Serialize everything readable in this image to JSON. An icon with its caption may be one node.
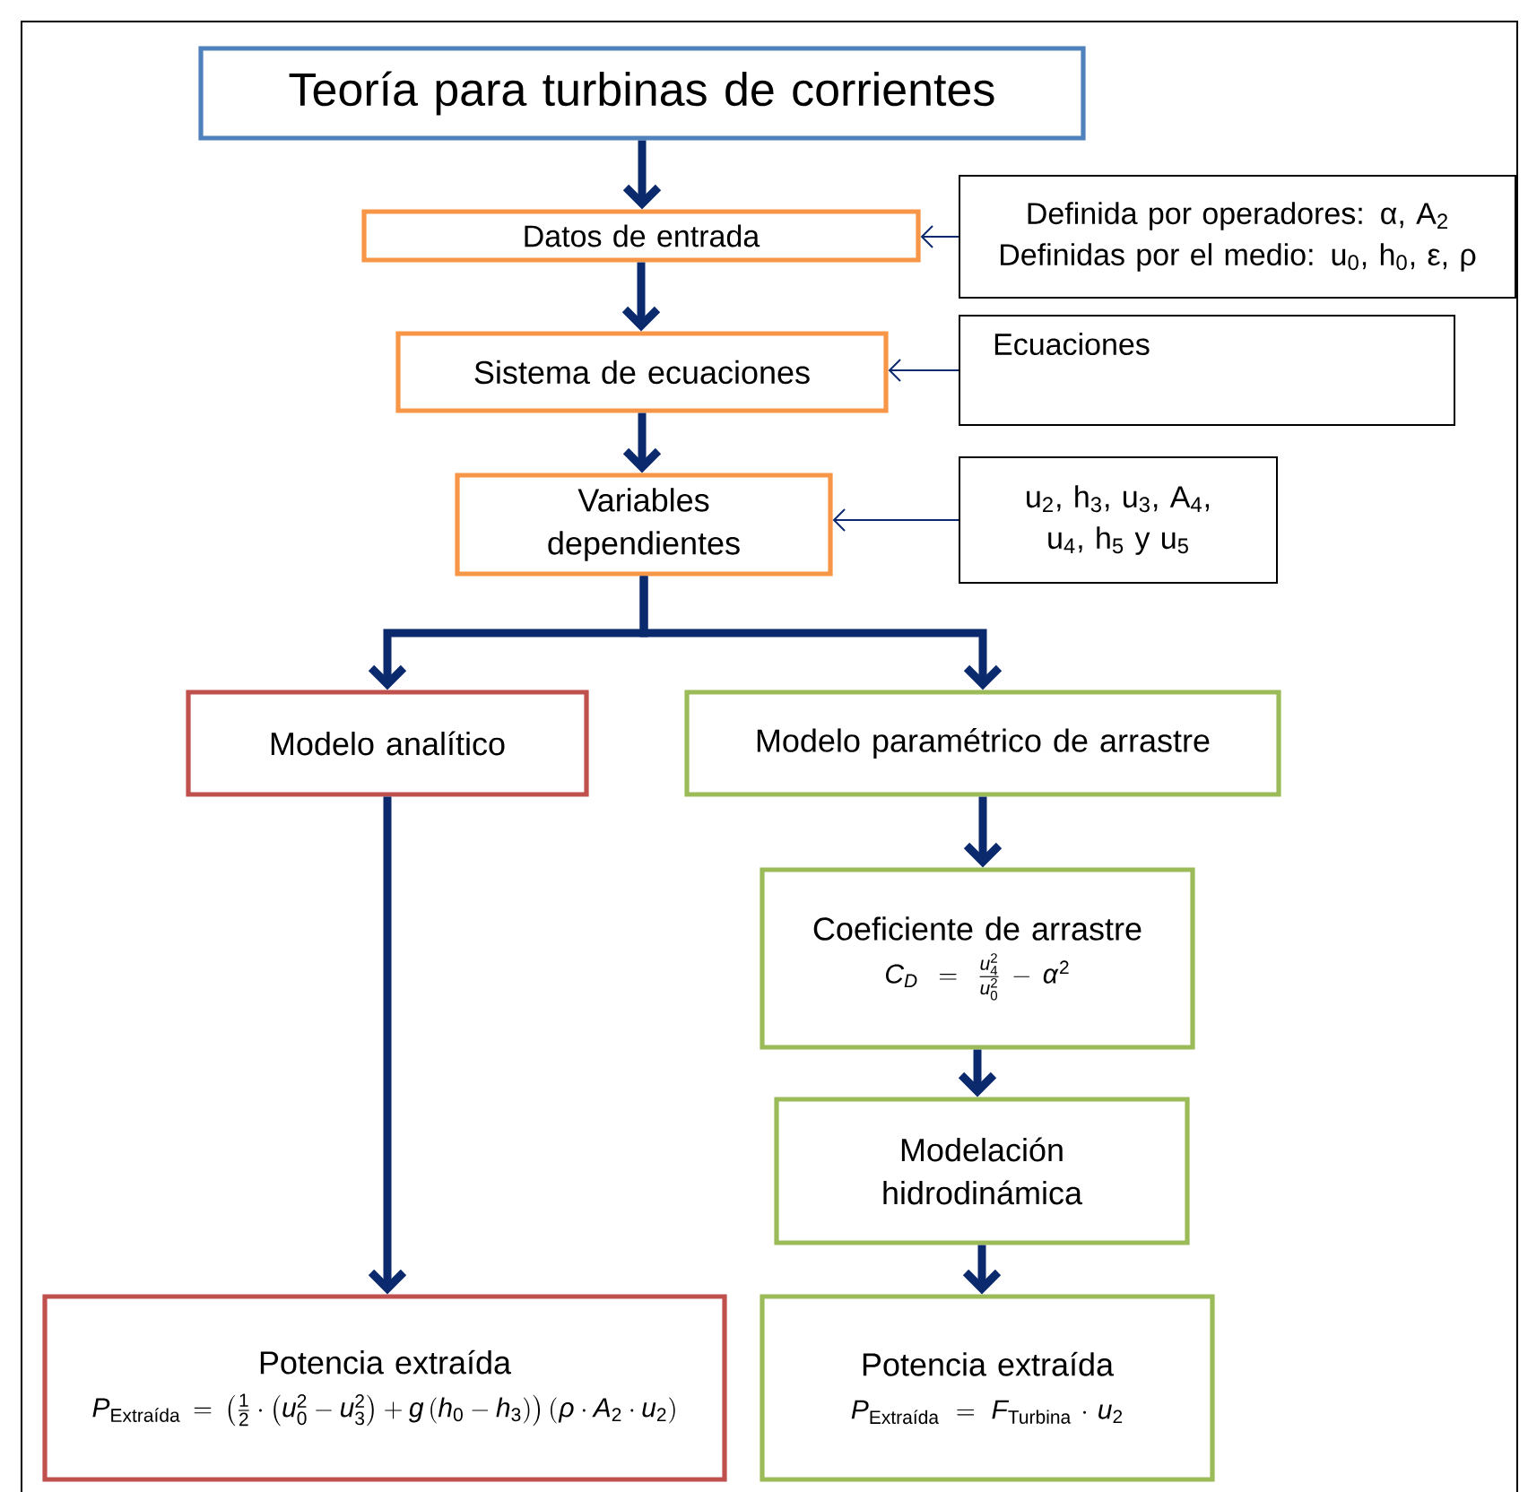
{
  "diagram": {
    "nodes": [
      {
        "text": [
          "Teoría para turbinas de corrientes"
        ]
      },
      {
        "text": [
          "Datos de entrada"
        ]
      },
      {
        "text": [
          "Sistema de ecuaciones"
        ]
      },
      {
        "text": [
          "Variables dependientes"
        ]
      },
      {
        "text": [
          "Definida por operadores: α, A$_{2}$",
          "Definidas por el medio: u$_{0}$, h$_{0}$, ε, ρ"
        ]
      },
      {
        "text": [
          "Ecuaciones"
        ]
      },
      {
        "text": [
          "u$_{2}$, h$_{3}$, u$_{3}$, A$_{4}$, u$_{4}$, h$_{5}$ y u$_{5}$"
        ]
      },
      {
        "text": [
          "Modelo analítico"
        ]
      },
      {
        "text": [
          "Modelo paramétrico de arrastre"
        ]
      },
      {
        "text": [
          "Coeficiente de arrastre",
          "C_{D} = \\frac{u_{4}^{2}}{u_{0}^{2}} - \\alpha^{2}"
        ]
      },
      {
        "text": [
          "Modelación hidrodinámica"
        ]
      },
      {
        "text": [
          "Potencia extraída",
          "P_{\\text{Extraída}} = \\left(\\frac{1}{2}\\cdot\\left(u_{0}^{2} - u_{3}^{2}\\right) + g\\left(h_{0} - h_{3}\\right)\\right)\\left(\\rho\\cdot A_{2}\\cdot u_{2}\\right)"
        ]
      },
      {
        "text": [
          "Potencia extraída",
          "P_{\\text{Extraída}} = F_{\\text{Turbina}}\\cdot u_{2}"
        ]
      }
    ],
    "edges": [
      {
        "from": 0,
        "to": 1,
        "arrow": "to"
      },
      {
        "from": 1,
        "to": 2,
        "arrow": "to"
      },
      {
        "from": 2,
        "to": 3,
        "arrow": "to"
      },
      {
        "from": 4,
        "to": 1,
        "arrow": "to"
      },
      {
        "from": 5,
        "to": 2,
        "arrow": "to"
      },
      {
        "from": 6,
        "to": 3,
        "arrow": "to"
      },
      {
        "from": 3,
        "to": 7,
        "arrow": "to"
      },
      {
        "from": 3,
        "to": 8,
        "arrow": "to"
      },
      {
        "from": 8,
        "to": 9,
        "arrow": "to"
      },
      {
        "from": 9,
        "to": 10,
        "arrow": "to"
      },
      {
        "from": 7,
        "to": 11,
        "arrow": "to"
      },
      {
        "from": 10,
        "to": 12,
        "arrow": "to"
      }
    ]
  }
}
